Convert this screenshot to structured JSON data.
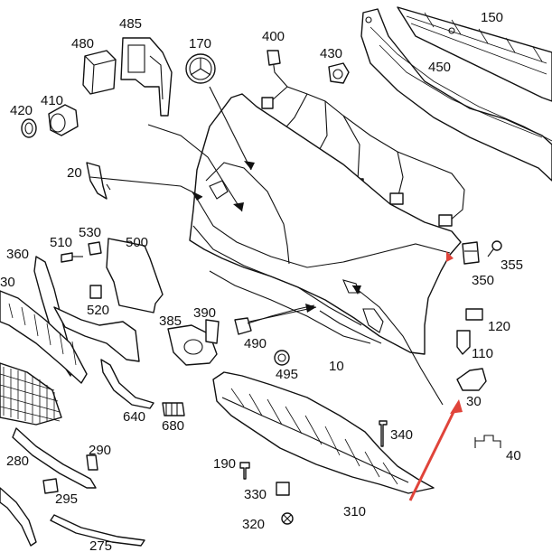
{
  "colors": {
    "line": "#111111",
    "arrow_red": "#e0443a",
    "background": "#ffffff"
  },
  "labels": {
    "p150": "150",
    "p450": "450",
    "p485": "485",
    "p480": "480",
    "p170": "170",
    "p400": "400",
    "p430": "430",
    "p410": "410",
    "p420": "420",
    "p20": "20",
    "p510": "510",
    "p530": "530",
    "p500": "500",
    "p360": "360",
    "p30a": "30",
    "p350": "350",
    "p355": "355",
    "p520": "520",
    "p390": "390",
    "p385": "385",
    "p120": "120",
    "p490": "490",
    "p110": "110",
    "p495": "495",
    "p10": "10",
    "p30b": "30",
    "p640": "640",
    "p680": "680",
    "p340": "340",
    "p290": "290",
    "p280": "280",
    "p40": "40",
    "p190": "190",
    "p330": "330",
    "p295": "295",
    "p310": "310",
    "p320": "320",
    "p275": "275"
  }
}
